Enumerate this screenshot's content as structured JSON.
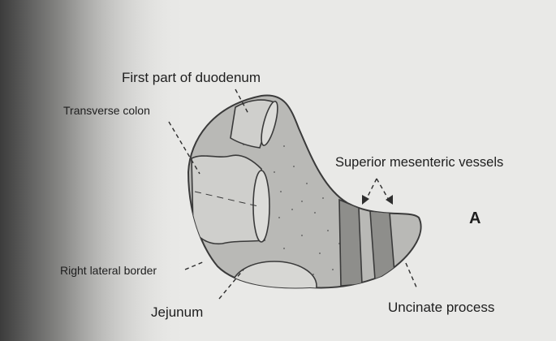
{
  "diagram": {
    "labels": {
      "first_part_of_duodenum": "First part of duodenum",
      "transverse_colon": "Transverse colon",
      "superior_mesenteric_vessels": "Superior mesenteric vessels",
      "panel_letter": "A",
      "right_lateral_border": "Right lateral border",
      "jejunum": "Jejunum",
      "uncinate_process": "Uncinate process"
    },
    "colors": {
      "paper": "#e9e9e7",
      "pancreas_fill": "#b9b9b6",
      "structure_fill": "#cfcfcc",
      "vessel_fill": "#8e8e8b",
      "outline": "#3a3a3a"
    }
  }
}
